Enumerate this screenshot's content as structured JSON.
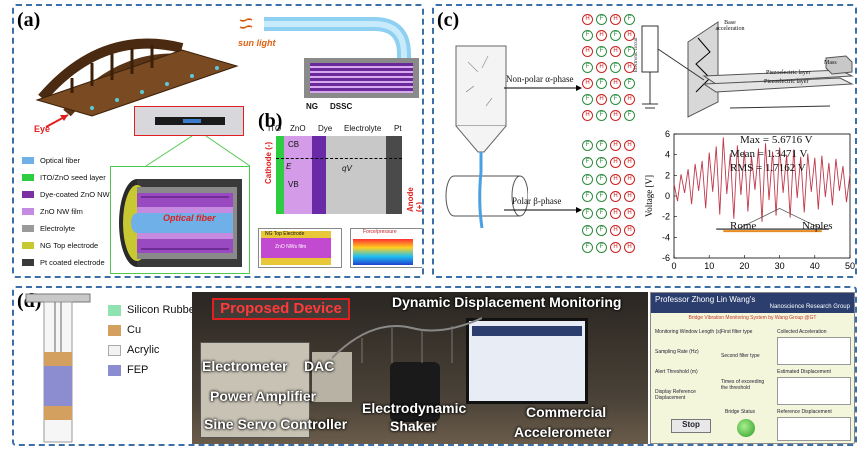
{
  "panel_a": {
    "label": "(a)",
    "sun_light": "sun light",
    "eye": "Eye",
    "ng": "NG",
    "dssc": "DSSC",
    "optical_fiber": "Optical fiber",
    "legend": [
      {
        "label": "Optical fiber",
        "color": "#6fb0e8"
      },
      {
        "label": "ITO/ZnO seed layer",
        "color": "#2ecc40"
      },
      {
        "label": "Dye-coated ZnO NWs",
        "color": "#7b2fa0"
      },
      {
        "label": "ZnO NW film",
        "color": "#c58be0"
      },
      {
        "label": "Electrolyte",
        "color": "#9a9a9a"
      },
      {
        "label": "NG Top electrode",
        "color": "#c8c832"
      },
      {
        "label": "Pt coated electrode",
        "color": "#3a3a3a"
      }
    ]
  },
  "panel_b": {
    "label": "(b)",
    "headers": [
      "ITO",
      "ZnO",
      "Dye",
      "Electrolyte",
      "Pt"
    ],
    "cb": "CB",
    "vb": "VB",
    "cathode": "Cathode (-)",
    "anode": "Anode (+)",
    "ef": "E",
    "qv": "qV",
    "ng_top": "NG Top Electrode",
    "zno_film": "ZnO NWs film",
    "force": "Force/pressure"
  },
  "panel_c": {
    "label": "(c)",
    "non_polar": "Non-polar α-phase",
    "polar": "Polar β-phase",
    "base_acceleration": "Base acceleration",
    "electronic_circuit": "Electronic circuit",
    "piezo_layer": "Piezoelectric layer",
    "mass": "Mass",
    "max": "Max = 5.6716 V",
    "mean": "Mean = 1.3471 V",
    "rms": "RMS = 1.7162 V",
    "rome": "Rome",
    "naples": "Naples"
  },
  "chart_data": {
    "type": "line",
    "title": "",
    "xlabel": "",
    "ylabel": "Voltage [V]",
    "xlim": [
      0,
      50
    ],
    "ylim": [
      -6,
      6
    ],
    "xticks": [
      0,
      10,
      20,
      30,
      40,
      50
    ],
    "yticks": [
      -6,
      -4,
      -2,
      0,
      2,
      4,
      6
    ],
    "series": [
      {
        "color": "#c0394b",
        "x": [
          0,
          1,
          2,
          3,
          4,
          5,
          6,
          7,
          8,
          9,
          10,
          11,
          12,
          13,
          14,
          15,
          16,
          17,
          18,
          19,
          20,
          21,
          22,
          23,
          24,
          25,
          26,
          27,
          28,
          29,
          30,
          31,
          32,
          33,
          34,
          35,
          36,
          37,
          38,
          39,
          40,
          41,
          42,
          43,
          44,
          45,
          46,
          47,
          48,
          49,
          50
        ],
        "y": [
          1.2,
          -0.5,
          2.1,
          0.3,
          2.6,
          -0.8,
          3.1,
          0.5,
          3.4,
          -1.2,
          4.2,
          0.4,
          4.8,
          -1.8,
          5.67,
          0.2,
          4.1,
          -2.2,
          4.9,
          0.1,
          4.4,
          -1.5,
          3.9,
          0.6,
          4.6,
          -2.5,
          5.1,
          -0.4,
          4.3,
          -1.9,
          4.7,
          0.3,
          4.0,
          -2.1,
          4.5,
          -0.2,
          3.8,
          -1.6,
          4.1,
          0.4,
          3.7,
          -1.3,
          3.9,
          -0.1,
          3.2,
          -0.9,
          3.6,
          0.5,
          2.9,
          -0.6,
          2.1
        ]
      }
    ]
  },
  "panel_d": {
    "label": "(d)",
    "materials": [
      {
        "label": "Silicon Rubber",
        "color": "#8fe3b0"
      },
      {
        "label": "Cu",
        "color": "#d4a060"
      },
      {
        "label": "Acrylic",
        "color": "#f2f2f2"
      },
      {
        "label": "FEP",
        "color": "#8c8cd0"
      }
    ],
    "proposed_device": "Proposed Device",
    "dynamic_monitoring": "Dynamic Displacement Monitoring",
    "electrometer": "Electrometer",
    "dac": "DAC",
    "power_amplifier": "Power Amplifier",
    "sine_servo": "Sine Servo Controller",
    "electrodynamic": "Electrodynamic",
    "shaker": "Shaker",
    "commercial": "Commercial",
    "accelerometer": "Accelerometer",
    "gui_title": "Professor Zhong Lin Wang's",
    "gui_subtitle": "Nanoscience Research Group",
    "gui_system": "Bridge Vibration Monitoring System by Wang Group @GT",
    "gui_window": "Monitoring Window Length (s)",
    "gui_sampling": "Sampling Rate (Hz)",
    "gui_alert": "Alert Threshold (m)",
    "gui_display": "Display Reference Displacement",
    "gui_stop": "Stop",
    "gui_filter1": "First filter type",
    "gui_filter2": "Second filter type",
    "gui_times": "Times of exceeding the threshold",
    "gui_bridge": "Bridge Status",
    "gui_collected": "Collected Acceleration",
    "gui_estimated": "Estimated Displacement",
    "gui_reference": "Reference Displacement"
  }
}
